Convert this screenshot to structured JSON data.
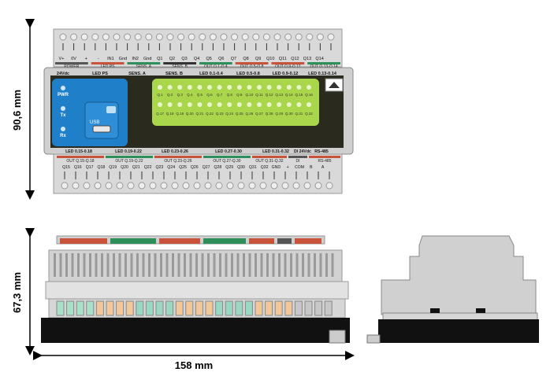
{
  "dimensions": {
    "height_front": "90,6 mm",
    "height_side": "67,3 mm",
    "width": "158 mm"
  },
  "top_terminals": [
    "V+",
    "0V",
    "+",
    "-",
    "IN1",
    "Gnd",
    "IN2",
    "Gnd",
    "Q1",
    "Q2",
    "Q3",
    "Q4",
    "Q5",
    "Q6",
    "Q7",
    "Q8",
    "Q9",
    "Q10",
    "Q11",
    "Q12",
    "Q13",
    "Q14"
  ],
  "top_bands": [
    "POWER",
    "LED PS",
    "SENS. A",
    "SENS. B",
    "OUT Q.1-Q.4",
    "OUT Q.5-Q.8",
    "OUT Q.9-Q.12",
    "OUT Q.13-Q.14"
  ],
  "panel_top_labels": [
    "24Vdc",
    "LED PS",
    "SENS. A",
    "SENS. B",
    "LED 0.1-0.4",
    "LED 0.5-0.8",
    "LED 0.9-0.12",
    "LED 0.13-0.14"
  ],
  "status_leds": [
    "PWR",
    "Tx",
    "Rx"
  ],
  "usb_label": "USB",
  "led_row1": [
    "Q.1",
    "Q.2",
    "Q.3",
    "Q.4",
    "Q.5",
    "Q.6",
    "Q.7",
    "Q.8",
    "Q.9",
    "Q.10",
    "Q.11",
    "Q.12",
    "Q.13",
    "Q.14",
    "Q.15",
    "Q.16"
  ],
  "led_row2": [
    "Q.17",
    "Q.18",
    "Q.19",
    "Q.20",
    "Q.21",
    "Q.22",
    "Q.23",
    "Q.24",
    "Q.25",
    "Q.26",
    "Q.27",
    "Q.28",
    "Q.29",
    "Q.30",
    "Q.31",
    "Q.32"
  ],
  "panel_bottom_labels": [
    "LED 0.15-0.18",
    "LED 0.19-0.22",
    "LED 0.23-0.26",
    "LED 0.27-0.30",
    "LED 0.31-0.32",
    "DI 24Vdc",
    "RS-485"
  ],
  "bottom_bands": [
    "OUT Q.15-Q.18",
    "OUT Q.19-Q.22",
    "OUT Q.23-Q.26",
    "OUT Q.27-Q.30",
    "OUT Q.31-Q.32",
    "DI",
    "RS-485"
  ],
  "bottom_terminals": [
    "Q15",
    "Q16",
    "Q17",
    "Q18",
    "Q19",
    "Q20",
    "Q21",
    "Q22",
    "Q23",
    "Q24",
    "Q25",
    "Q26",
    "Q27",
    "Q28",
    "Q29",
    "Q30",
    "Q31",
    "Q32",
    "GND",
    "+",
    "COM",
    "B",
    "A"
  ],
  "colors": {
    "blue_panel": "#1f7fc9",
    "green_panel": "#a9d64a",
    "dark_panel": "#2a2a1f",
    "band_red": "#c8533a",
    "band_green": "#2f8f5a",
    "housing": "#d6d6d6"
  }
}
